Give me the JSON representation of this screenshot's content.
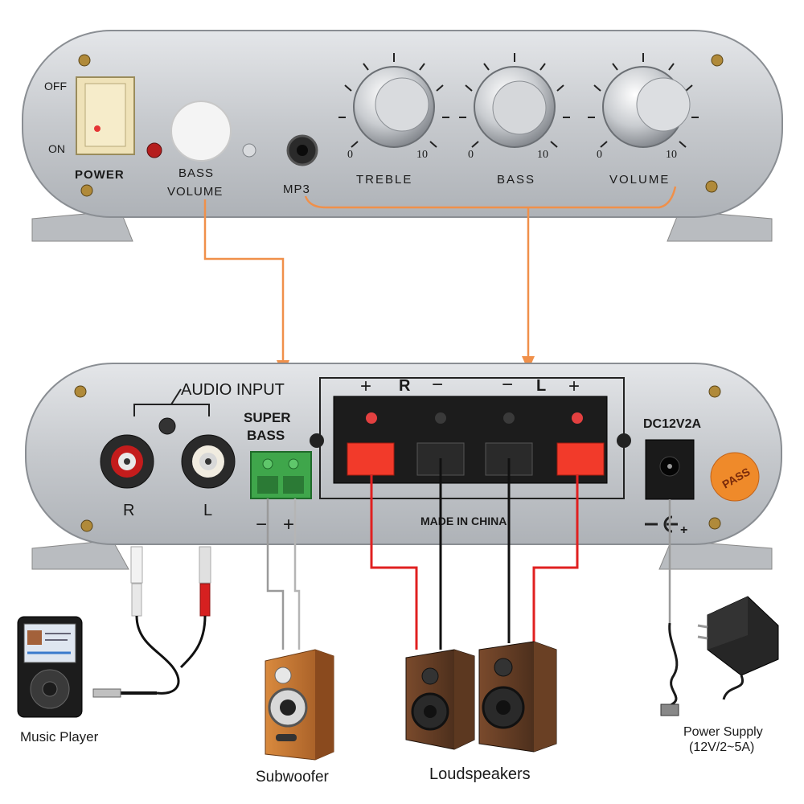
{
  "front_panel": {
    "switch_off_label": "OFF",
    "switch_on_label": "ON",
    "power_label": "POWER",
    "bass_label": "BASS",
    "bass_volume_label": "VOLUME",
    "mp3_label": "MP3",
    "knobs": [
      {
        "name": "TREBLE",
        "min": "0",
        "max": "10"
      },
      {
        "name": "BASS",
        "min": "0",
        "max": "10"
      },
      {
        "name": "VOLUME",
        "min": "0",
        "max": "10"
      }
    ]
  },
  "rear_panel": {
    "audio_input_label": "AUDIO INPUT",
    "rca_right_label": "R",
    "rca_left_label": "L",
    "super_bass_line1": "SUPER",
    "super_bass_line2": "BASS",
    "sub_minus": "−",
    "sub_plus": "+",
    "terminal_right_plus": "+",
    "terminal_right_label": "R",
    "terminal_right_minus": "−",
    "terminal_left_minus": "−",
    "terminal_left_label": "L",
    "terminal_left_plus": "+",
    "made_in": "MADE IN CHINA",
    "dc_label": "DC12V2A",
    "pass_sticker": "PASS",
    "dc_symbol_plus": "+"
  },
  "devices": {
    "music_player": "Music Player",
    "subwoofer": "Subwoofer",
    "loudspeakers": "Loudspeakers",
    "power_supply_line1": "Power Supply",
    "power_supply_line2": "(12V/2~5A)"
  },
  "colors": {
    "panel": "#c9ccd0",
    "annotation_line": "#f0904a",
    "red_wire": "#e02020",
    "black_wire": "#111111",
    "wood": "#b8672a"
  }
}
